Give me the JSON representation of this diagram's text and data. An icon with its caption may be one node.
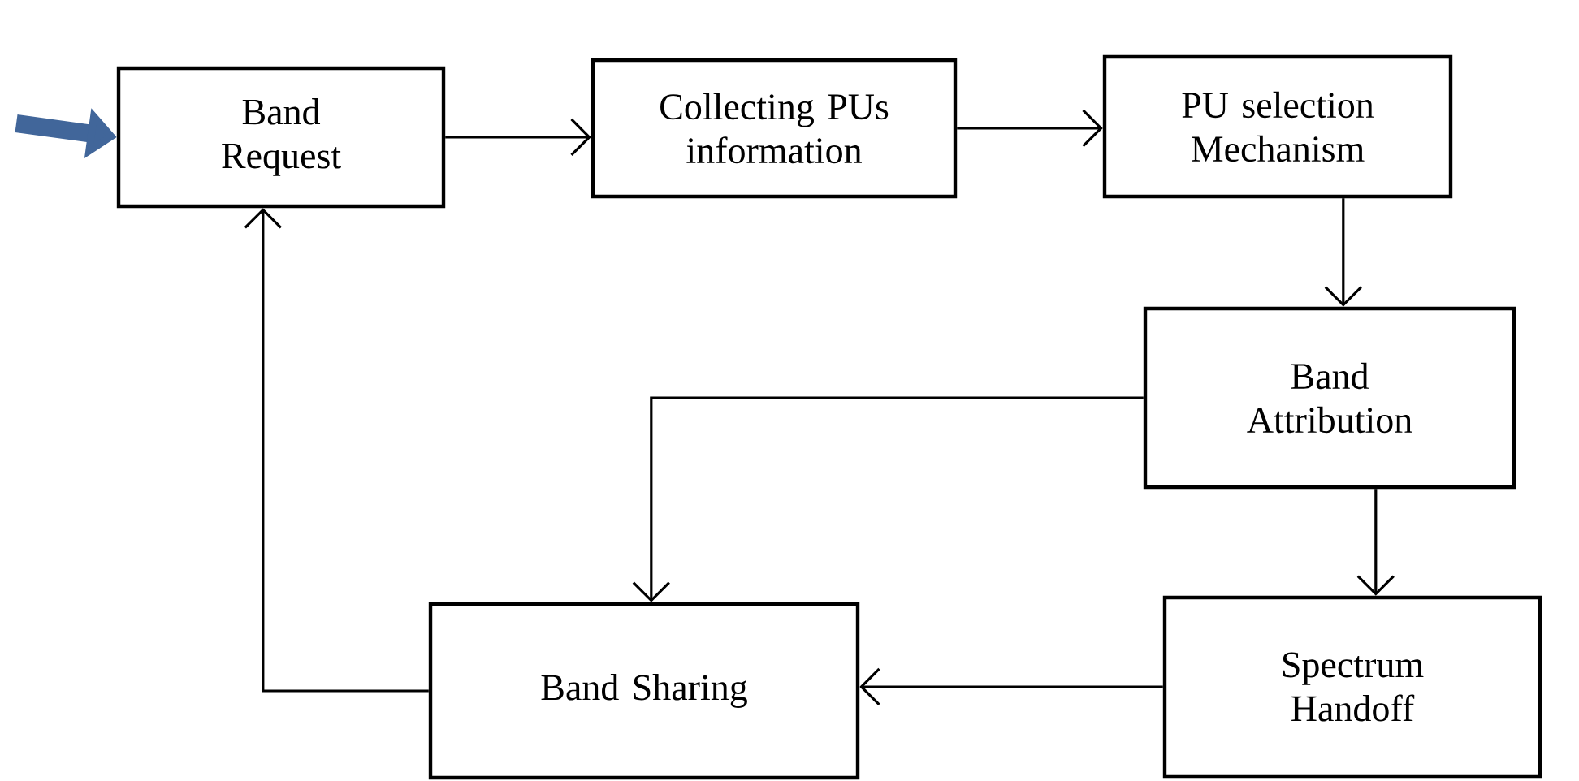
{
  "diagram": {
    "nodes": [
      {
        "text": [
          "Band Request"
        ]
      },
      {
        "text": [
          "Collecting PUs information"
        ]
      },
      {
        "text": [
          "PU selection Mechanism"
        ]
      },
      {
        "text": [
          "Band Attribution"
        ]
      },
      {
        "text": [
          "Band Sharing"
        ]
      },
      {
        "text": [
          "Spectrum Handoff"
        ]
      }
    ],
    "edges": [
      {
        "from": null,
        "to": 0,
        "arrow": "to",
        "style": "thick",
        "color": "#41669a"
      },
      {
        "from": 0,
        "to": 1,
        "arrow": "to"
      },
      {
        "from": 1,
        "to": 2,
        "arrow": "to"
      },
      {
        "from": 2,
        "to": 3,
        "arrow": "to"
      },
      {
        "from": 3,
        "to": 4,
        "arrow": "to"
      },
      {
        "from": 3,
        "to": 5,
        "arrow": "to"
      },
      {
        "from": 5,
        "to": 4,
        "arrow": "to"
      },
      {
        "from": 4,
        "to": 0,
        "arrow": "to"
      }
    ]
  }
}
